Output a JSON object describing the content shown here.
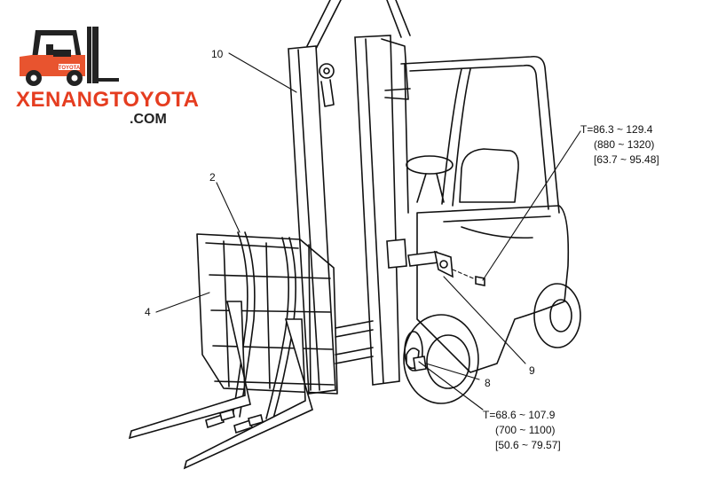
{
  "logo": {
    "brand_name": "XENANGTOYOTA",
    "brand_domain": ".COM",
    "badge_text": "TOYOTA",
    "brand_color": "#e53d20",
    "body_color": "#e8542f",
    "dark_color": "#222222"
  },
  "callouts": {
    "c10": "10",
    "c2": "2",
    "c4": "4",
    "c9": "9",
    "c8": "8"
  },
  "torque_upper": {
    "line1": "T=86.3 ~ 129.4",
    "line2": "(880 ~ 1320)",
    "line3": "[63.7 ~ 95.48]"
  },
  "torque_lower": {
    "line1": "T=68.6 ~ 107.9",
    "line2": "(700 ~ 1100)",
    "line3": "[50.6 ~ 79.57]"
  },
  "icons": [
    "forklift-logo-icon",
    "forklift-drawing"
  ]
}
